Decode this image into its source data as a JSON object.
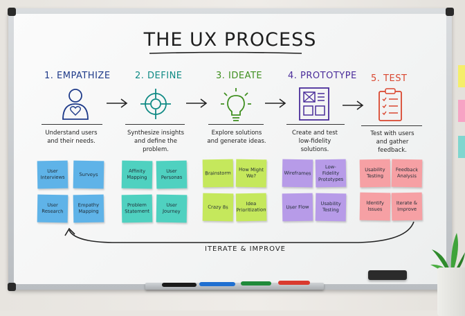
{
  "title": "THE UX PROCESS",
  "steps": [
    {
      "heading": "1. EMPATHIZE",
      "color": "#1f3b8a",
      "icon": "person-heart-icon",
      "desc_line1": "Understand users",
      "desc_line2": "and their needs.",
      "desc_line3": "",
      "notes": [
        "User Interviews",
        "Surveys",
        "User Research",
        "Empathy Mapping"
      ],
      "note_color": "#5fb3e8"
    },
    {
      "heading": "2. DEFINE",
      "color": "#0f8a84",
      "icon": "target-icon",
      "desc_line1": "Synthesize insights",
      "desc_line2": "and define the",
      "desc_line3": "problem.",
      "notes": [
        "Affinity Mapping",
        "User Personas",
        "Problem Statement",
        "User Journey"
      ],
      "note_color": "#4fd1c0"
    },
    {
      "heading": "3. IDEATE",
      "color": "#3f8f1f",
      "icon": "lightbulb-icon",
      "desc_line1": "Explore solutions",
      "desc_line2": "and generate ideas.",
      "desc_line3": "",
      "notes": [
        "Brainstorm",
        "How Might We?",
        "Crazy 8s",
        "Idea Prioritization"
      ],
      "note_color": "#c5e85c"
    },
    {
      "heading": "4. PROTOTYPE",
      "color": "#4a2c9a",
      "icon": "wireframe-icon",
      "desc_line1": "Create and test",
      "desc_line2": "low-fidelity",
      "desc_line3": "solutions.",
      "notes": [
        "Wireframes",
        "Low-Fidelity Prototypes",
        "User Flow",
        "Usability Testing"
      ],
      "note_color": "#b79be8"
    },
    {
      "heading": "5. TEST",
      "color": "#d9462f",
      "icon": "clipboard-checklist-icon",
      "desc_line1": "Test with users",
      "desc_line2": "and gather",
      "desc_line3": "feedback.",
      "notes": [
        "Usability Testing",
        "Feedback Analysis",
        "Identify Issues",
        "Iterate & Improve"
      ],
      "note_color": "#f6a0a4"
    }
  ],
  "loop_label": "ITERATE & IMPROVE",
  "markers": [
    {
      "name": "black-marker",
      "color": "#1b1b1b"
    },
    {
      "name": "blue-marker",
      "color": "#1f6fd1"
    },
    {
      "name": "green-marker",
      "color": "#1f8a3a"
    },
    {
      "name": "red-marker",
      "color": "#d93a2f"
    }
  ],
  "side_note_colors": [
    "#f5ee6b",
    "#f7a3c4",
    "#7fd6cf"
  ]
}
